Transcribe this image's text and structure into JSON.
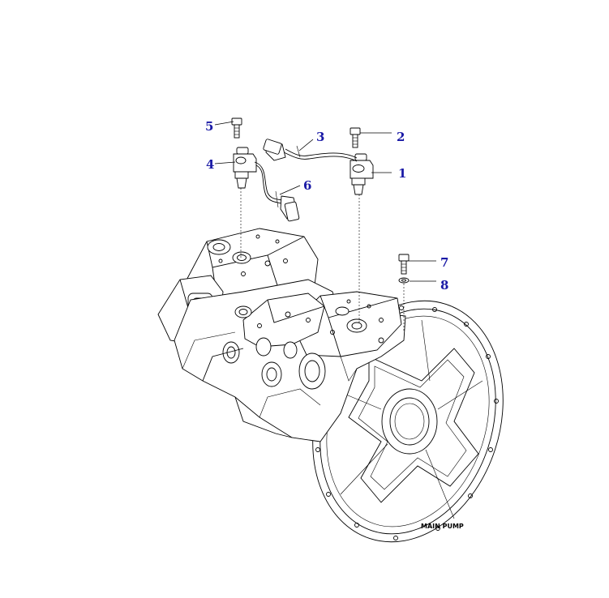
{
  "diagram": {
    "caption": "MAIN PUMP",
    "callouts": [
      {
        "id": "1",
        "label": "1"
      },
      {
        "id": "2",
        "label": "2"
      },
      {
        "id": "3",
        "label": "3"
      },
      {
        "id": "4",
        "label": "4"
      },
      {
        "id": "5",
        "label": "5"
      },
      {
        "id": "6",
        "label": "6"
      },
      {
        "id": "7",
        "label": "7"
      },
      {
        "id": "8",
        "label": "8"
      }
    ],
    "colors": {
      "callout": "#1a1aa6",
      "line": "#000000",
      "background": "#ffffff"
    }
  }
}
